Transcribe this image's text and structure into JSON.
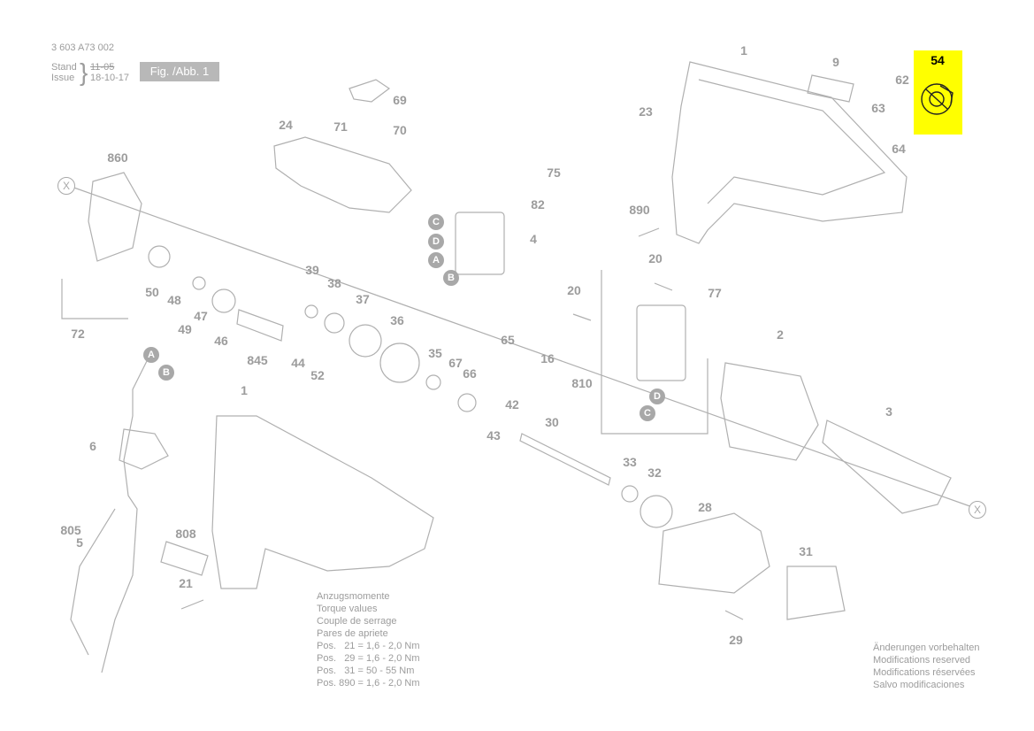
{
  "header": {
    "doc_code": "3 603 A73 002",
    "stand_label": "Stand",
    "issue_label": "Issue",
    "stand_date_old": "11-05",
    "issue_date": "18-10-17",
    "figure_label": "Fig. /Abb. 1"
  },
  "highlight": {
    "part": "54",
    "color": "#ffff00"
  },
  "part_labels": [
    "1",
    "9",
    "62",
    "63",
    "64",
    "23",
    "24",
    "69",
    "71",
    "70",
    "75",
    "82",
    "4",
    "860",
    "50",
    "48",
    "47",
    "49",
    "46",
    "72",
    "845",
    "44",
    "52",
    "39",
    "38",
    "37",
    "36",
    "35",
    "67",
    "66",
    "65",
    "42",
    "43",
    "30",
    "33",
    "32",
    "28",
    "31",
    "29",
    "6",
    "805",
    "5",
    "808",
    "21",
    "1",
    "890",
    "20",
    "20",
    "16",
    "810",
    "77",
    "2",
    "3"
  ],
  "letter_markers": [
    "C",
    "D",
    "A",
    "B",
    "A",
    "B",
    "D",
    "C"
  ],
  "axis_markers": [
    "X",
    "X"
  ],
  "torque": {
    "lines": [
      "Anzugsmomente",
      "Torque values",
      "Couple de serrage",
      "Pares de apriete"
    ],
    "rows": [
      {
        "pos": "Pos.",
        "num": "21",
        "value": "= 1,6 - 2,0 Nm"
      },
      {
        "pos": "Pos.",
        "num": "29",
        "value": "= 1,6 - 2,0 Nm"
      },
      {
        "pos": "Pos.",
        "num": "31",
        "value": "= 50 - 55 Nm"
      },
      {
        "pos": "Pos.",
        "num": "890",
        "value": "= 1,6 - 2,0 Nm"
      }
    ]
  },
  "modifications": [
    "Änderungen vorbehalten",
    "Modifications reserved",
    "Modifications réservées",
    "Salvo modificaciones"
  ]
}
